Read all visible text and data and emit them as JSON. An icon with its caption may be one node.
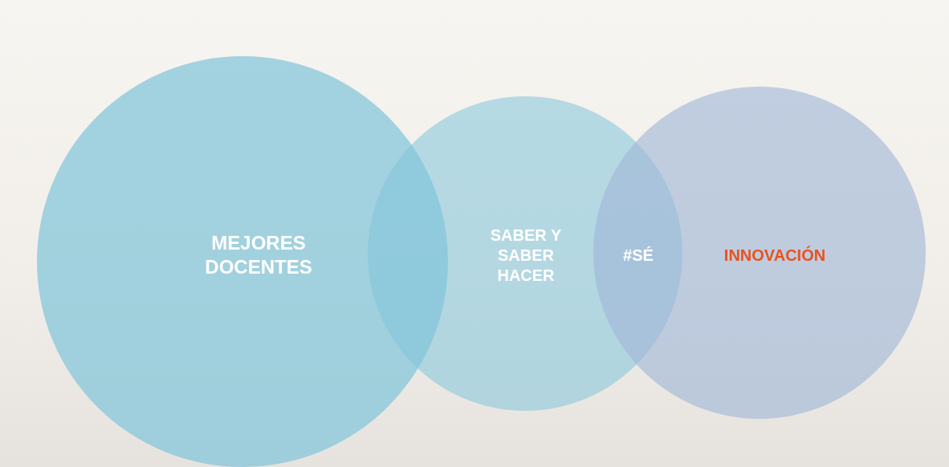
{
  "diagram": {
    "nodes": [
      {
        "text": [
          "MEJORES DOCENTES"
        ]
      },
      {
        "text": [
          "SABER Y SABER HACER"
        ]
      },
      {
        "text": [
          "INNOVACIÓN"
        ]
      }
    ],
    "labels": [
      "#SÉ"
    ]
  }
}
